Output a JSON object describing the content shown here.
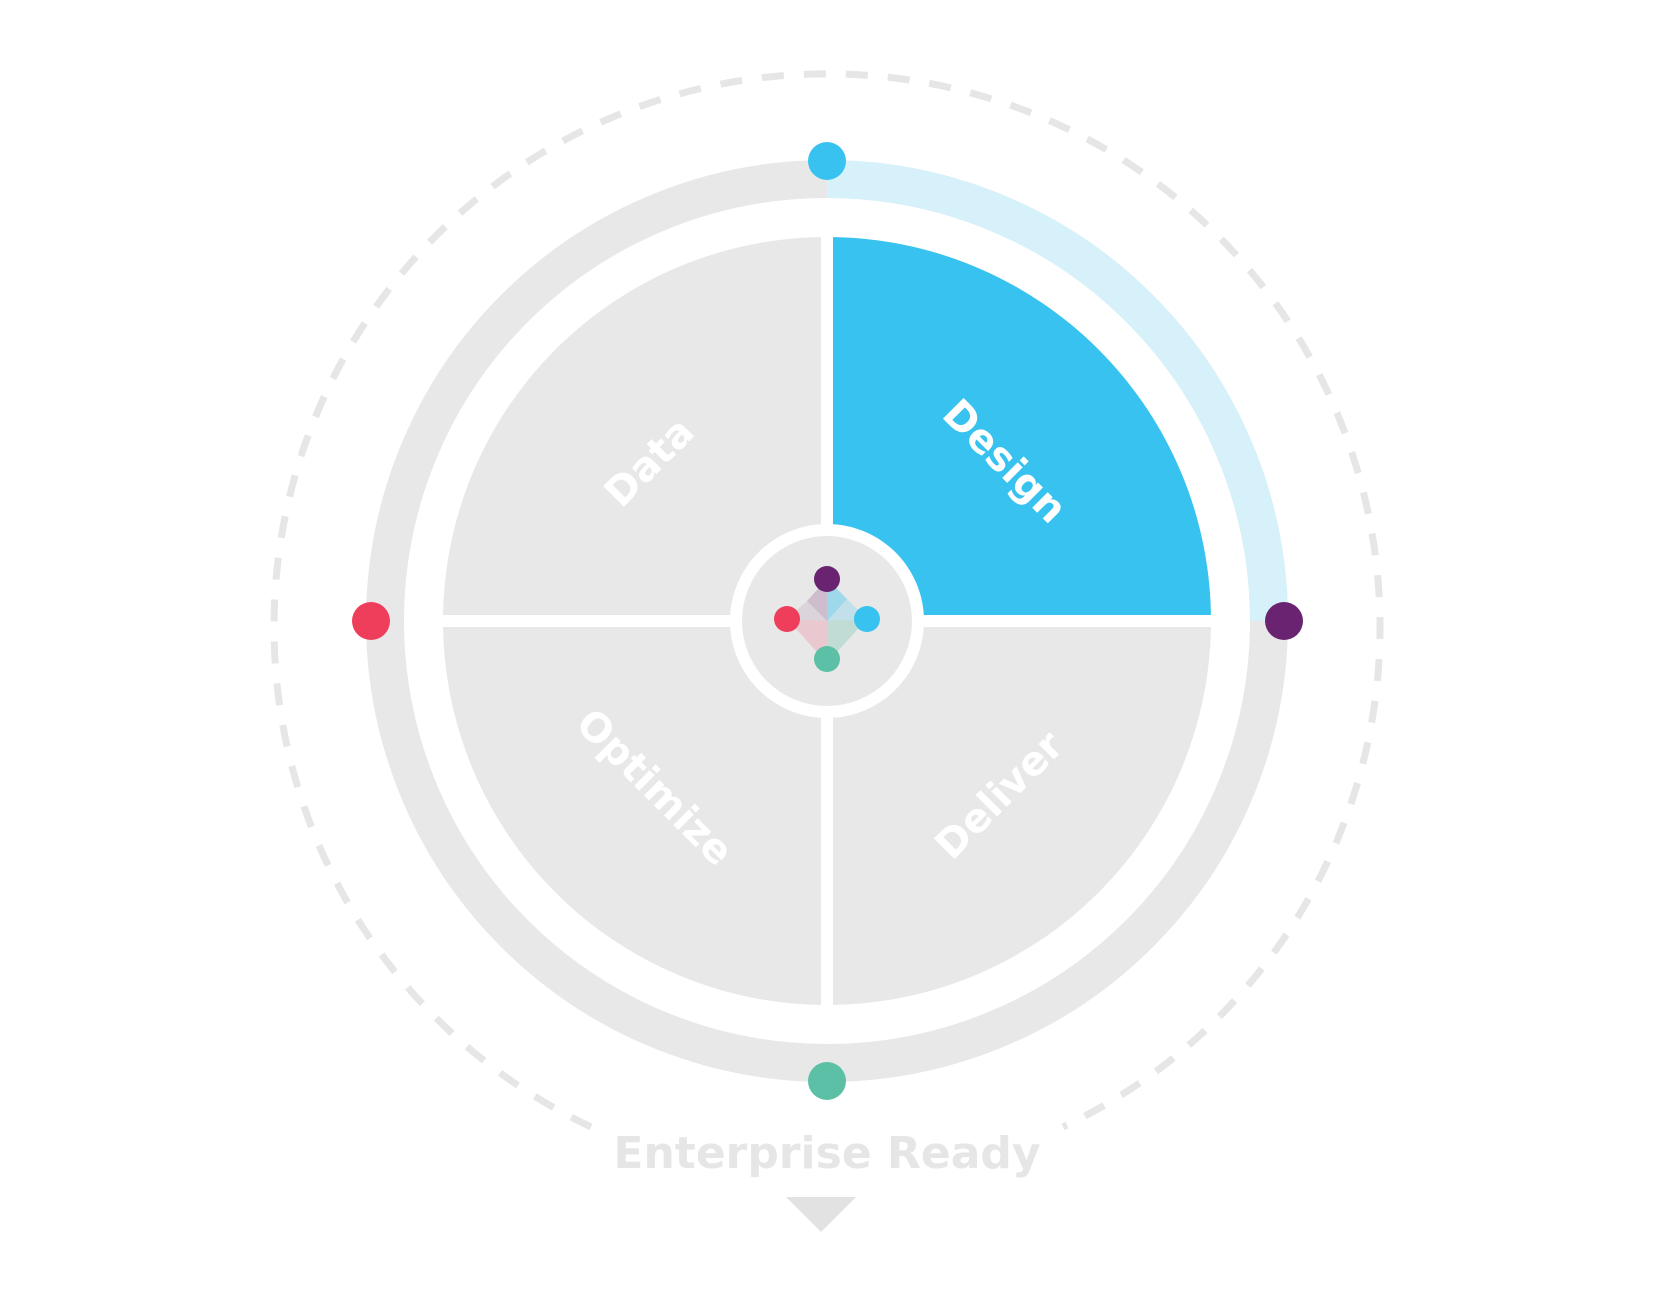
{
  "quadrants": {
    "data": {
      "label": "Data"
    },
    "design": {
      "label": "Design"
    },
    "optimize": {
      "label": "Optimize"
    },
    "deliver": {
      "label": "Deliver"
    }
  },
  "footer": {
    "label": "Enterprise Ready"
  },
  "colors": {
    "background": "#ffffff",
    "neutral": "#e8e8e8",
    "accent_blue": "#38c2f0",
    "accent_blue_light": "#d6f1fa",
    "red": "#ef3e5c",
    "purple": "#6a2370",
    "green": "#5bc0a5",
    "dashed_ring": "#e6e6e6",
    "arrow": "#e2e2e2"
  },
  "icons": {
    "center_logo": "diamond-dots-logo-icon",
    "footer_arrow": "triangle-down-icon"
  }
}
